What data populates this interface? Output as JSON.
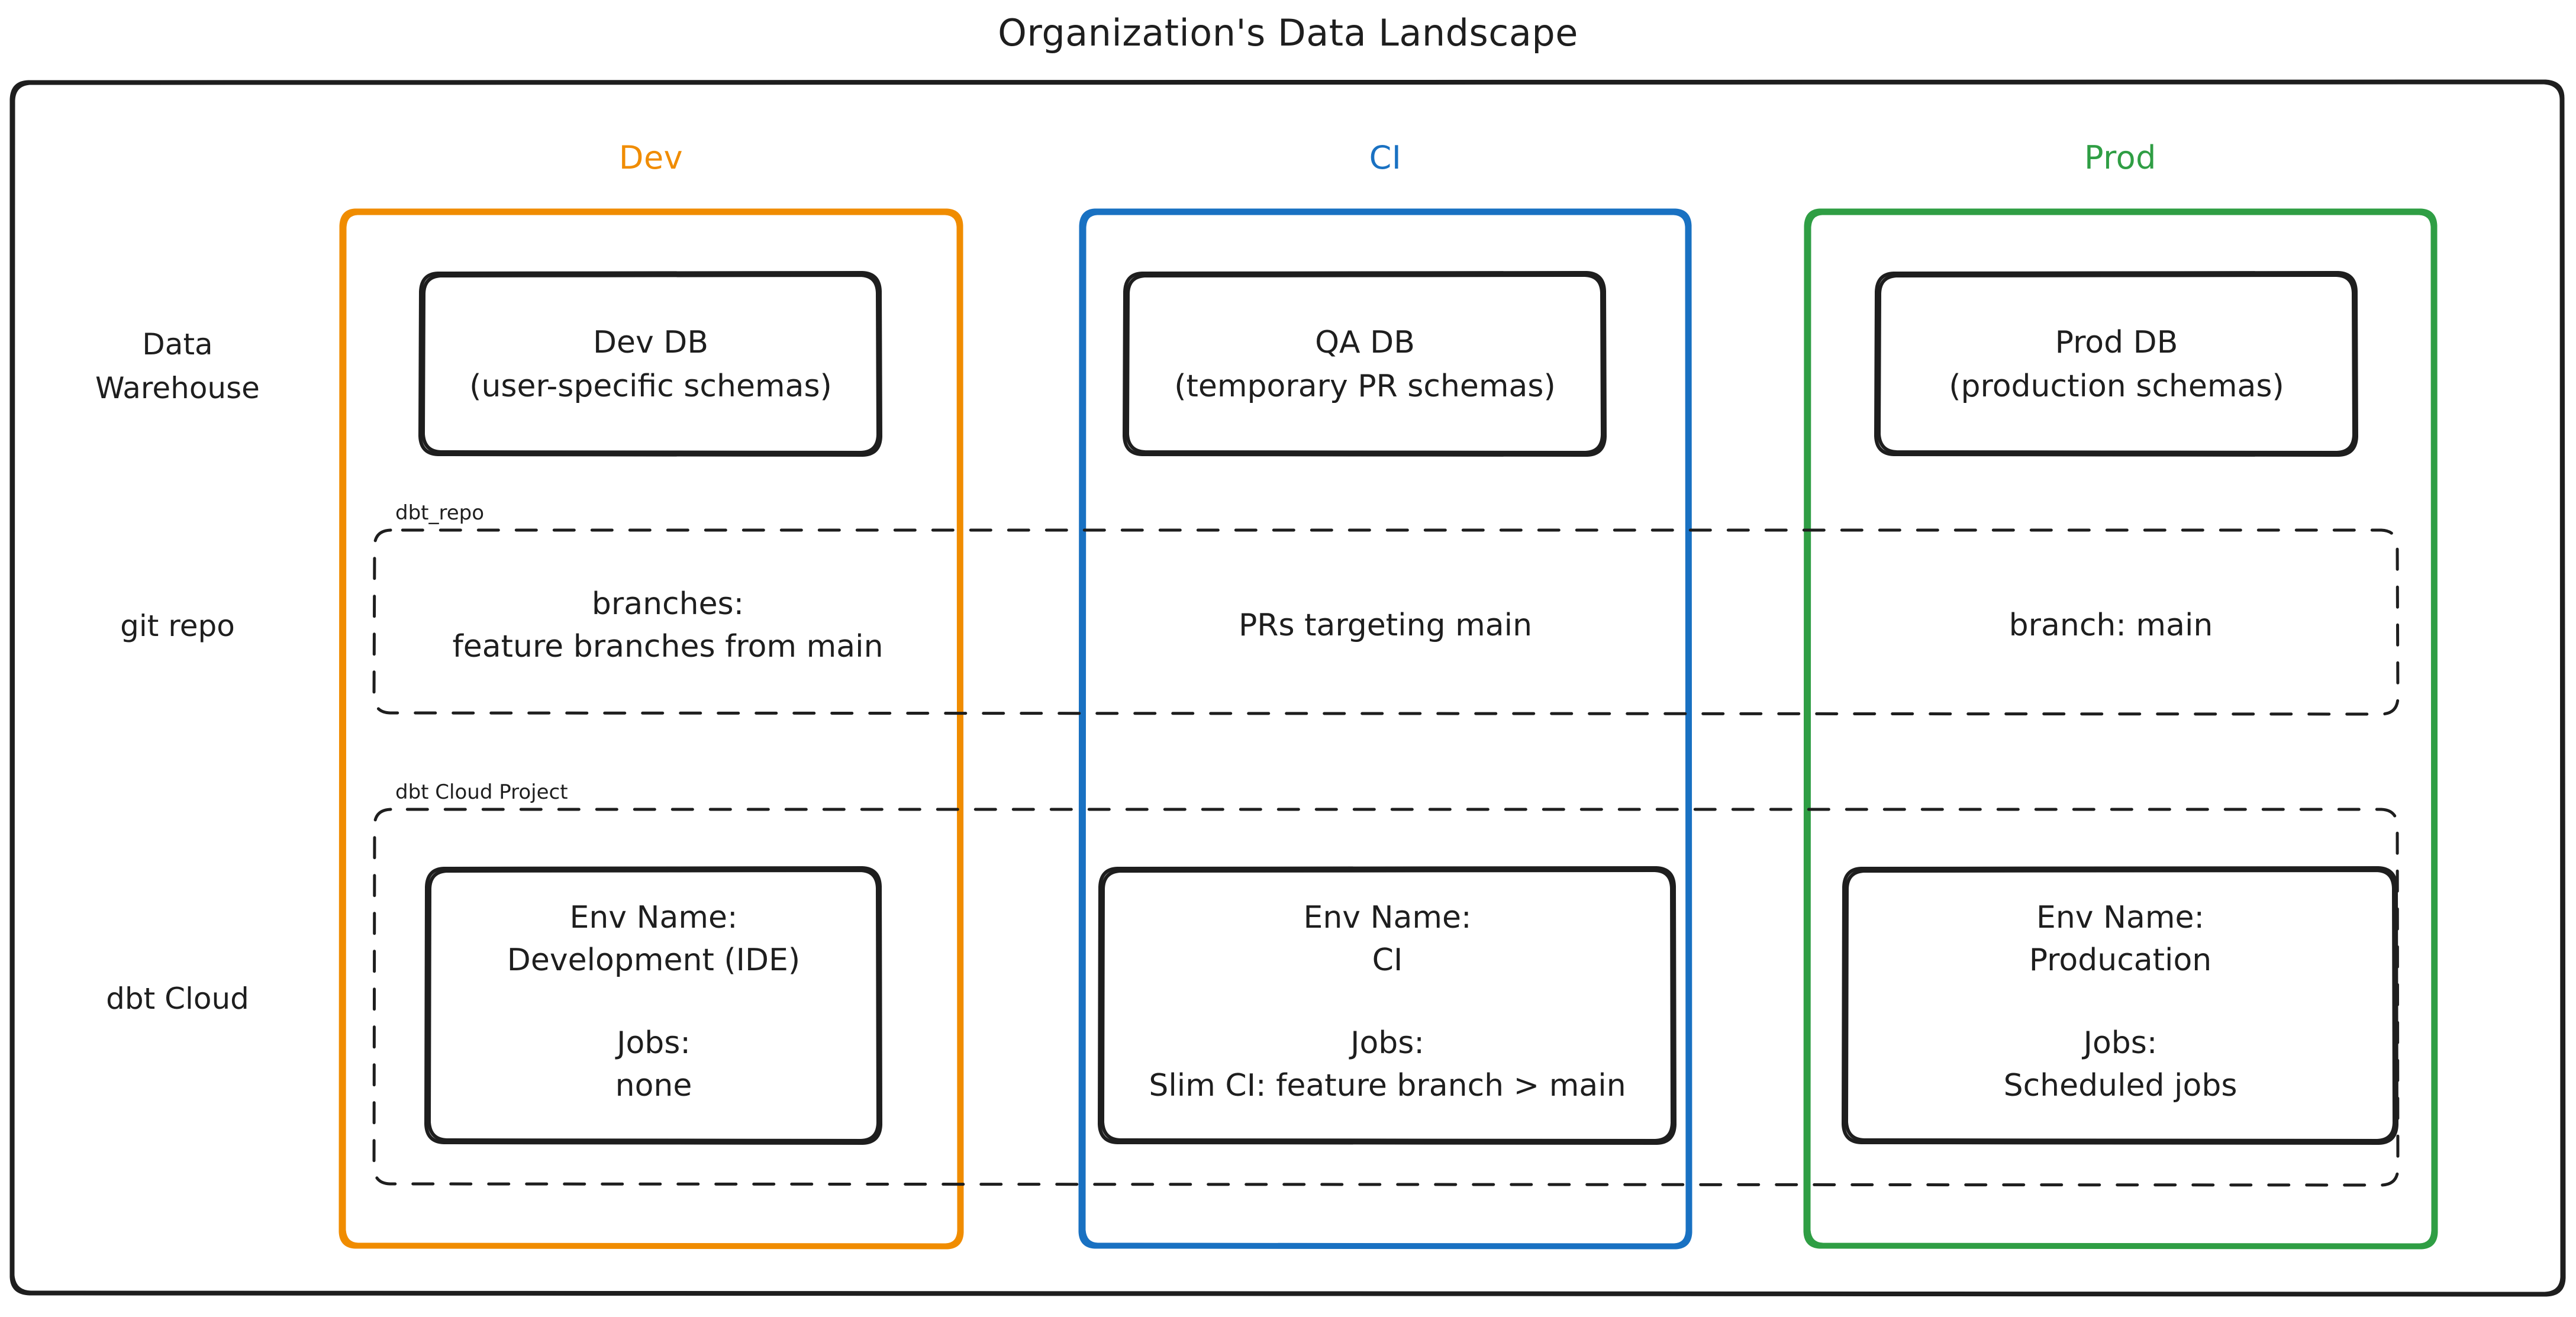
{
  "title": "Organization's Data Landscape",
  "colors": {
    "dev": "#f08c00",
    "ci": "#1971c2",
    "prod": "#2f9e44",
    "ink": "#1e1e1e",
    "background": "#ffffff"
  },
  "columns": [
    {
      "key": "dev",
      "label": "Dev",
      "color": "#f08c00"
    },
    {
      "key": "ci",
      "label": "CI",
      "color": "#1971c2"
    },
    {
      "key": "prod",
      "label": "Prod",
      "color": "#2f9e44"
    }
  ],
  "rows": [
    {
      "key": "warehouse",
      "label_line1": "Data",
      "label_line2": "Warehouse"
    },
    {
      "key": "git",
      "label_line1": "git repo",
      "label_line2": ""
    },
    {
      "key": "dbtcloud",
      "label_line1": "dbt Cloud",
      "label_line2": ""
    }
  ],
  "groups": {
    "git_repo_label": "dbt_repo",
    "dbt_cloud_label": "dbt Cloud Project"
  },
  "warehouse": {
    "dev": {
      "line1": "Dev DB",
      "line2": "(user-specific schemas)"
    },
    "ci": {
      "line1": "QA DB",
      "line2": "(temporary PR schemas)"
    },
    "prod": {
      "line1": "Prod DB",
      "line2": "(production schemas)"
    }
  },
  "git": {
    "dev": {
      "line1": "branches:",
      "line2": "feature branches from main"
    },
    "ci": {
      "line1": "PRs targeting main",
      "line2": ""
    },
    "prod": {
      "line1": "branch: main",
      "line2": ""
    }
  },
  "dbtcloud": {
    "dev": {
      "env_label": "Env Name:",
      "env_value": "Development (IDE)",
      "jobs_label": "Jobs:",
      "jobs_value": "none"
    },
    "ci": {
      "env_label": "Env Name:",
      "env_value": "CI",
      "jobs_label": "Jobs:",
      "jobs_value": "Slim CI: feature branch > main"
    },
    "prod": {
      "env_label": "Env Name:",
      "env_value": "Producation",
      "jobs_label": "Jobs:",
      "jobs_value": "Scheduled jobs"
    }
  }
}
